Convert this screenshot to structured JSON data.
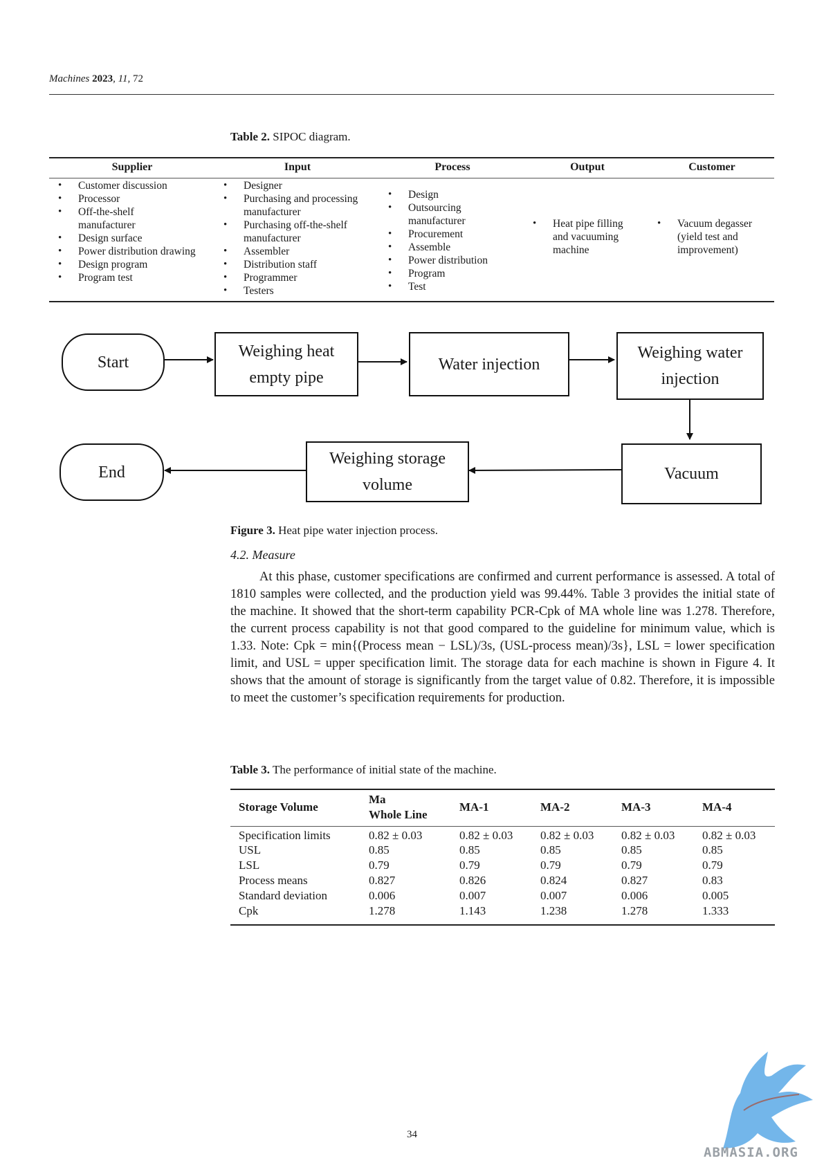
{
  "header": {
    "journal": "Machines",
    "year": "2023",
    "volume": "11",
    "article": "72"
  },
  "table2": {
    "label": "Table 2.",
    "title": "SIPOC diagram.",
    "headers": [
      "Supplier",
      "Input",
      "Process",
      "Output",
      "Customer"
    ],
    "supplier": [
      "Customer discussion",
      "Processor",
      "Off-the-shelf manufacturer",
      "Design surface",
      "Power distribution drawing",
      "Design program",
      "Program test"
    ],
    "input": [
      "Designer",
      "Purchasing and processing manufacturer",
      "Purchasing off-the-shelf manufacturer",
      "Assembler",
      "Distribution staff",
      "Programmer",
      "Testers"
    ],
    "process": [
      "Design",
      "Outsourcing manufacturer",
      "Procurement",
      "Assemble",
      "Power distribution",
      "Program",
      "Test"
    ],
    "output": [
      "Heat pipe filling and vacuuming machine"
    ],
    "customer": [
      "Vacuum degasser (yield test and improvement)"
    ]
  },
  "flow": {
    "start": "Start",
    "weigh_empty_l1": "Weighing heat",
    "weigh_empty_l2": "empty pipe",
    "water_injection": "Water injection",
    "weigh_water_l1": "Weighing water",
    "weigh_water_l2": "injection",
    "vacuum": "Vacuum",
    "weigh_storage_l1": "Weighing storage",
    "weigh_storage_l2": "volume",
    "end": "End"
  },
  "figure3": {
    "label": "Figure 3.",
    "caption": "Heat pipe water injection process."
  },
  "section": {
    "title": "4.2. Measure"
  },
  "body": "At this phase, customer specifications are confirmed and current performance is assessed. A total of 1810 samples were collected, and the production yield was 99.44%. Table 3 provides the initial state of the machine. It showed that the short-term capability PCR-Cpk of MA whole line was 1.278. Therefore, the current process capability is not that good compared to the guideline for minimum value, which is 1.33. Note: Cpk = min{(Process mean − LSL)/3s, (USL-process mean)/3s}, LSL = lower specification limit, and USL = upper specification limit. The storage data for each machine is shown in Figure 4. It shows that the amount of storage is significantly from the target value of 0.82. Therefore, it is impossible to meet the customer’s specification requirements for production.",
  "table3": {
    "label": "Table 3.",
    "title": "The performance of initial state of the machine.",
    "headers": [
      "Storage Volume",
      "Ma",
      "Whole Line",
      "MA-1",
      "MA-2",
      "MA-3",
      "MA-4"
    ],
    "rows": [
      [
        "Specification limits",
        "0.82 ± 0.03",
        "0.82 ± 0.03",
        "0.82 ± 0.03",
        "0.82 ± 0.03",
        "0.82 ± 0.03"
      ],
      [
        "USL",
        "0.85",
        "0.85",
        "0.85",
        "0.85",
        "0.85"
      ],
      [
        "LSL",
        "0.79",
        "0.79",
        "0.79",
        "0.79",
        "0.79"
      ],
      [
        "Process means",
        "0.827",
        "0.826",
        "0.824",
        "0.827",
        "0.83"
      ],
      [
        "Standard deviation",
        "0.006",
        "0.007",
        "0.007",
        "0.006",
        "0.005"
      ],
      [
        "Cpk",
        "1.278",
        "1.143",
        "1.238",
        "1.278",
        "1.333"
      ]
    ]
  },
  "page_number": "34",
  "watermark": {
    "text": "ABMASIA.ORG",
    "color": "#5aa9e6"
  }
}
